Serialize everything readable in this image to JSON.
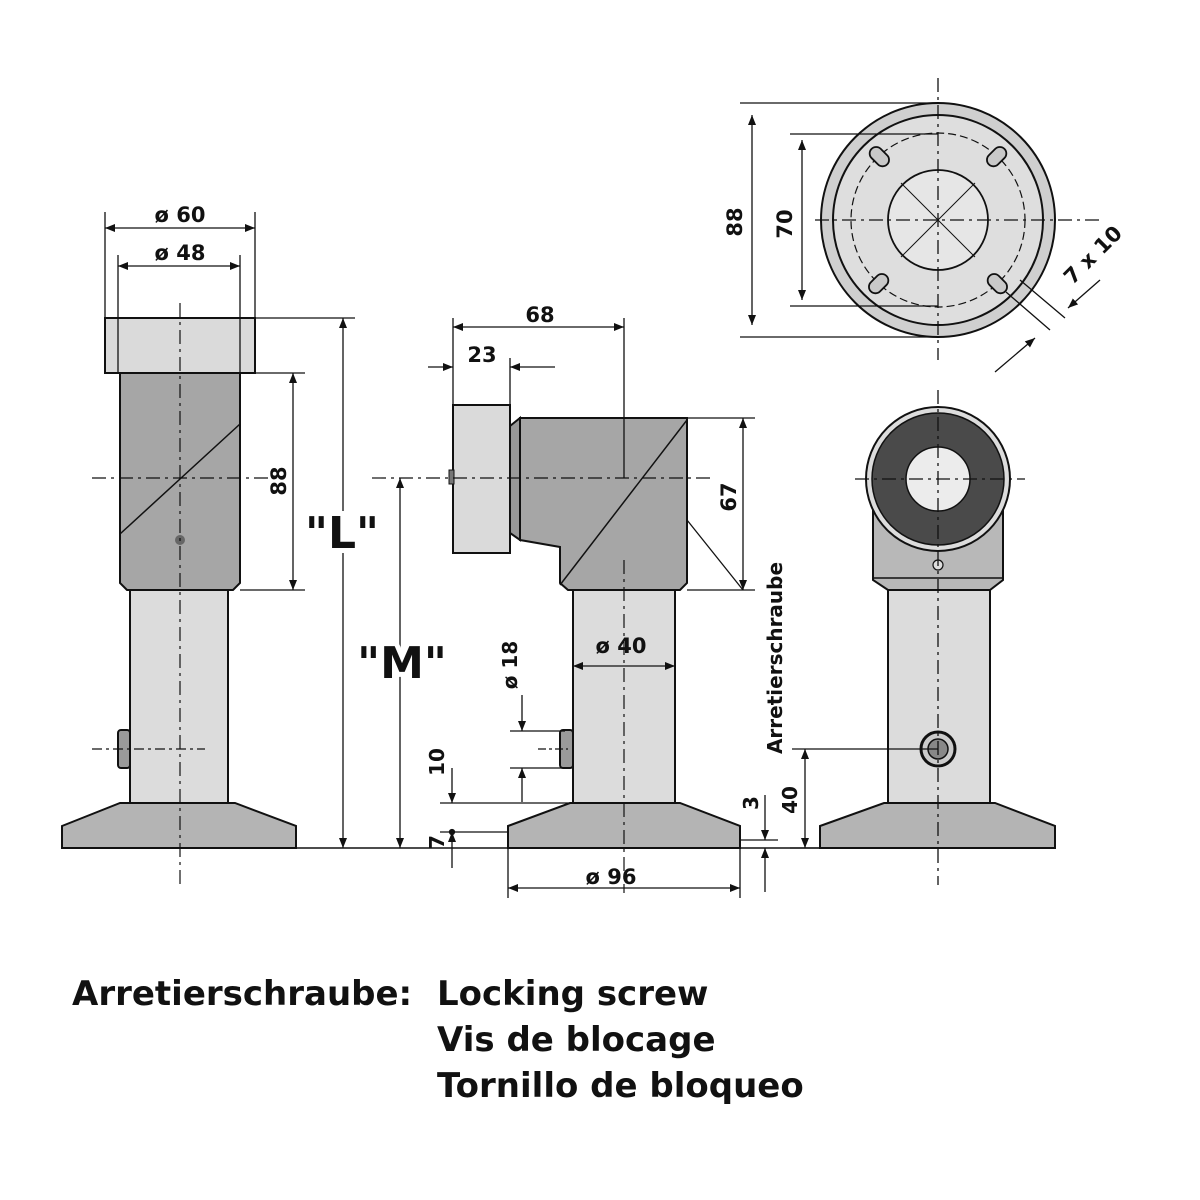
{
  "dimensions": {
    "d60": "ø 60",
    "d48": "ø 48",
    "h88": "88",
    "L": "\"L\"",
    "M": "\"M\"",
    "w68": "68",
    "w23": "23",
    "h67": "67",
    "d40": "ø 40",
    "d18": "ø 18",
    "h10": "10",
    "h7": "7",
    "h3": "3",
    "h40": "40",
    "d96": "ø 96",
    "top88": "88",
    "top70": "70",
    "slot": "7 x 10"
  },
  "callout": "Arretierschraube",
  "legend": {
    "term": "Arretierschraube:",
    "translations": [
      "Locking screw",
      "Vis de blocage",
      "Tornillo de bloqueo"
    ]
  },
  "colors": {
    "line": "#111111",
    "body_dark": "#a6a6a6",
    "body_mid": "#c4c4c4",
    "body_light": "#dadada",
    "rubber": "#4a4a4a"
  }
}
